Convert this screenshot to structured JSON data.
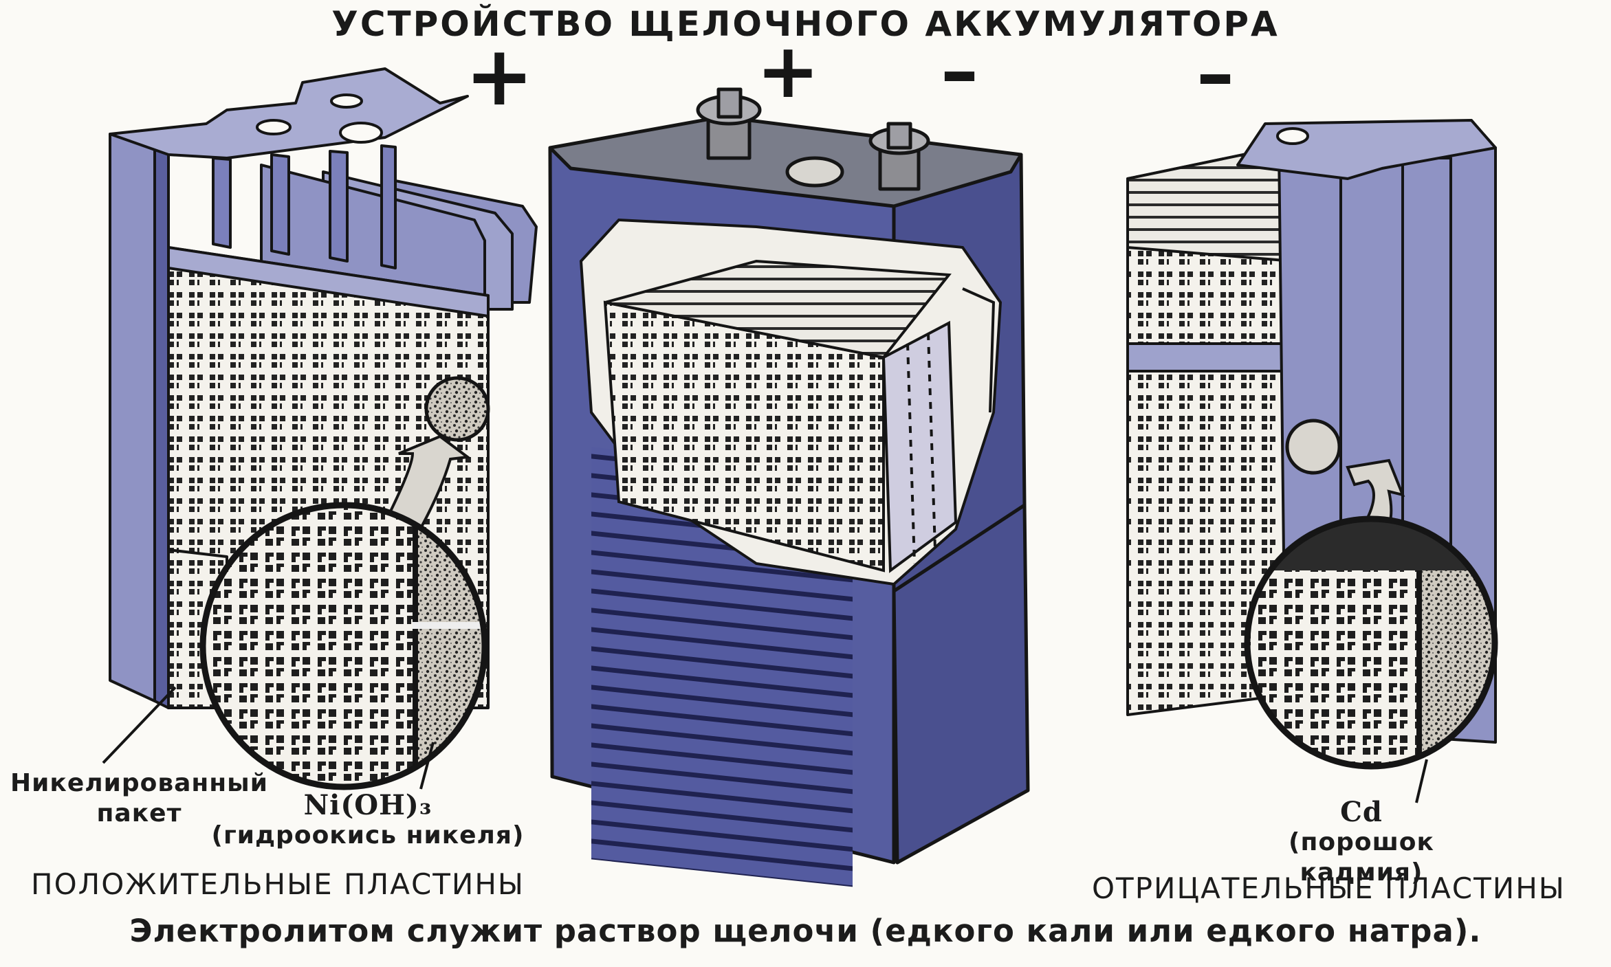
{
  "title": "УСТРОЙСТВО ЩЕЛОЧНОГО АККУМУЛЯТОРА",
  "terminals": [
    "+",
    "+",
    "–",
    "–"
  ],
  "positive_plates": {
    "caption": "ПОЛОЖИТЕЛЬНЫЕ ПЛАСТИНЫ",
    "package_label_line1": "Никелированный",
    "package_label_line2": "пакет",
    "material_formula": "Ni(OH)₃",
    "material_name": "(гидроокись никеля)"
  },
  "negative_plates": {
    "caption": "ОТРИЦАТЕЛЬНЫЕ ПЛАСТИНЫ",
    "material_formula": "Cd",
    "material_name": "(порошок кадмия)"
  },
  "footnote": "Электролитом служит раствор щелочи (едкого кали или едкого натра).",
  "colors": {
    "housing": "#555c9e",
    "housing_dark": "#3b4080",
    "plate_face": "#f2f0ea",
    "plate_side": "#8f93c4",
    "line": "#151515"
  }
}
